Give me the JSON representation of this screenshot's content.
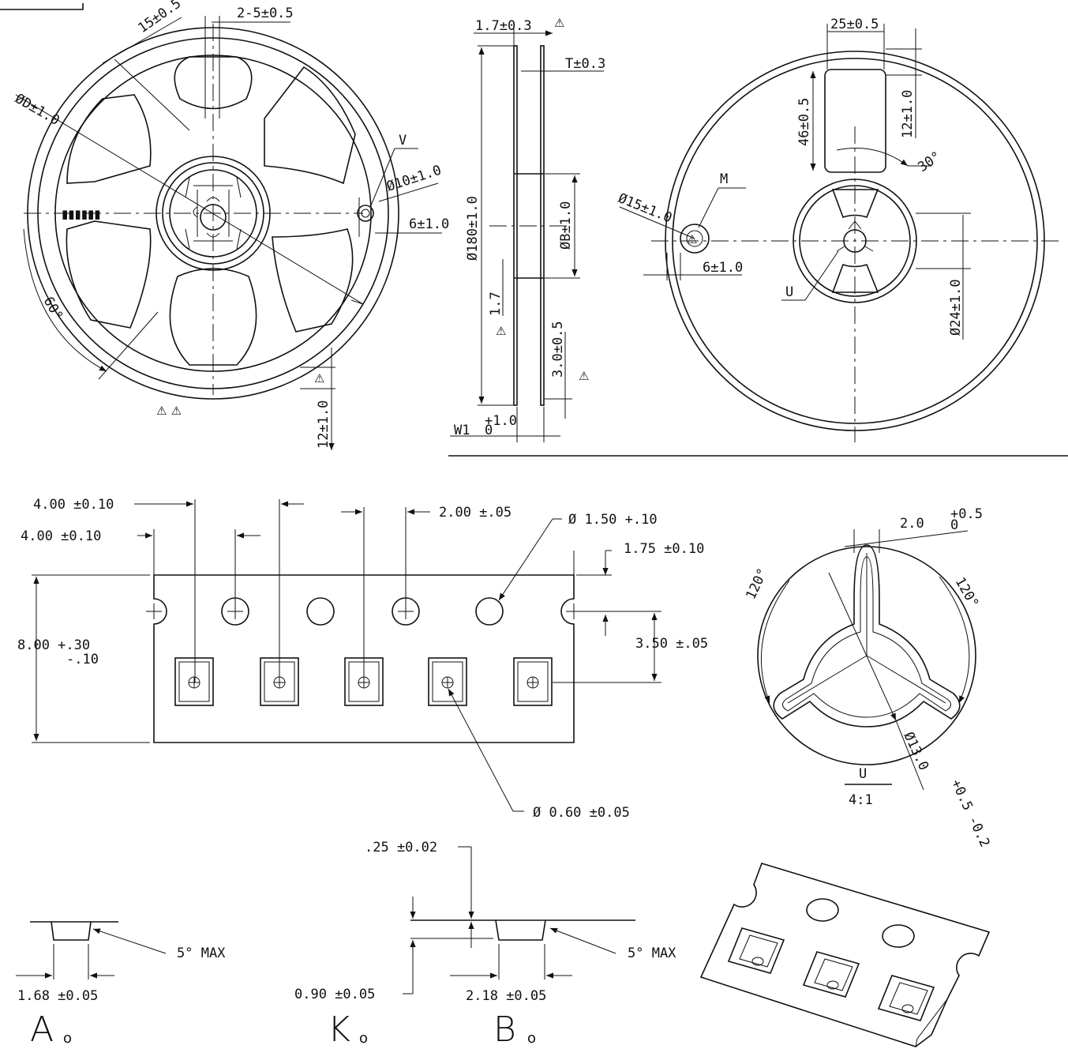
{
  "reel_front": {
    "dim_width": "15±0.5",
    "dim_slot": "2-5±0.5",
    "dim_diameter": "ØD±1.0",
    "label_v": "V",
    "dim_hole": "Ø10±1.0",
    "dim_offset": "6±1.0",
    "dim_angle": "60°",
    "dim_flange": "12±1.0"
  },
  "reel_side": {
    "dim_flange_thk": "1.7±0.3",
    "dim_t": "T±0.3",
    "dim_outer": "Ø180±1.0",
    "dim_hub": "ØB±1.0",
    "dim_lip": "1.7",
    "dim_rim": "3.0±0.5",
    "dim_w1": "W1",
    "dim_w1_tol_upper": "+1.0",
    "dim_w1_tol_lower": "0"
  },
  "reel_back": {
    "dim_window_w": "25±0.5",
    "dim_window_h": "46±0.5",
    "dim_window_off": "12±1.0",
    "dim_angle": "30°",
    "label_m": "M",
    "dim_hole": "Ø15±1.0",
    "dim_offset": "6±1.0",
    "label_u": "U",
    "dim_hub": "Ø24±1.0"
  },
  "tape": {
    "pitch_a": "4.00 ±0.10",
    "pitch_b": "4.00 ±0.10",
    "pitch_c": "2.00 ±.05",
    "sprocket_hole": "Ø  1.50 +.10",
    "edge_offset": "1.75 ±0.10",
    "width_main": "8.00 +.30",
    "width_tol": "-.10",
    "row_offset": "3.50 ±.05",
    "pocket_hole": "Ø  0.60 ±0.05"
  },
  "detail_u": {
    "dim_slot": "2.0",
    "dim_slot_tol_upper": "+0.5",
    "dim_slot_tol_lower": "0",
    "angle_left": "120°",
    "angle_right": "120°",
    "dim_diameter": "Ø13.0",
    "dim_diameter_tol": "+0.5 -0.2",
    "label": "U",
    "scale": "4:1"
  },
  "pocket_sections": {
    "draft_a": "5° MAX",
    "dim_a0": "1.68 ±0.05",
    "label_a0": "A",
    "sub_0": "o",
    "cover_thk": ".25 ±0.02",
    "dim_k0": "0.90 ±0.05",
    "label_k0": "K",
    "draft_b": "5° MAX",
    "dim_b0": "2.18 ±0.05",
    "label_b0": "B"
  }
}
